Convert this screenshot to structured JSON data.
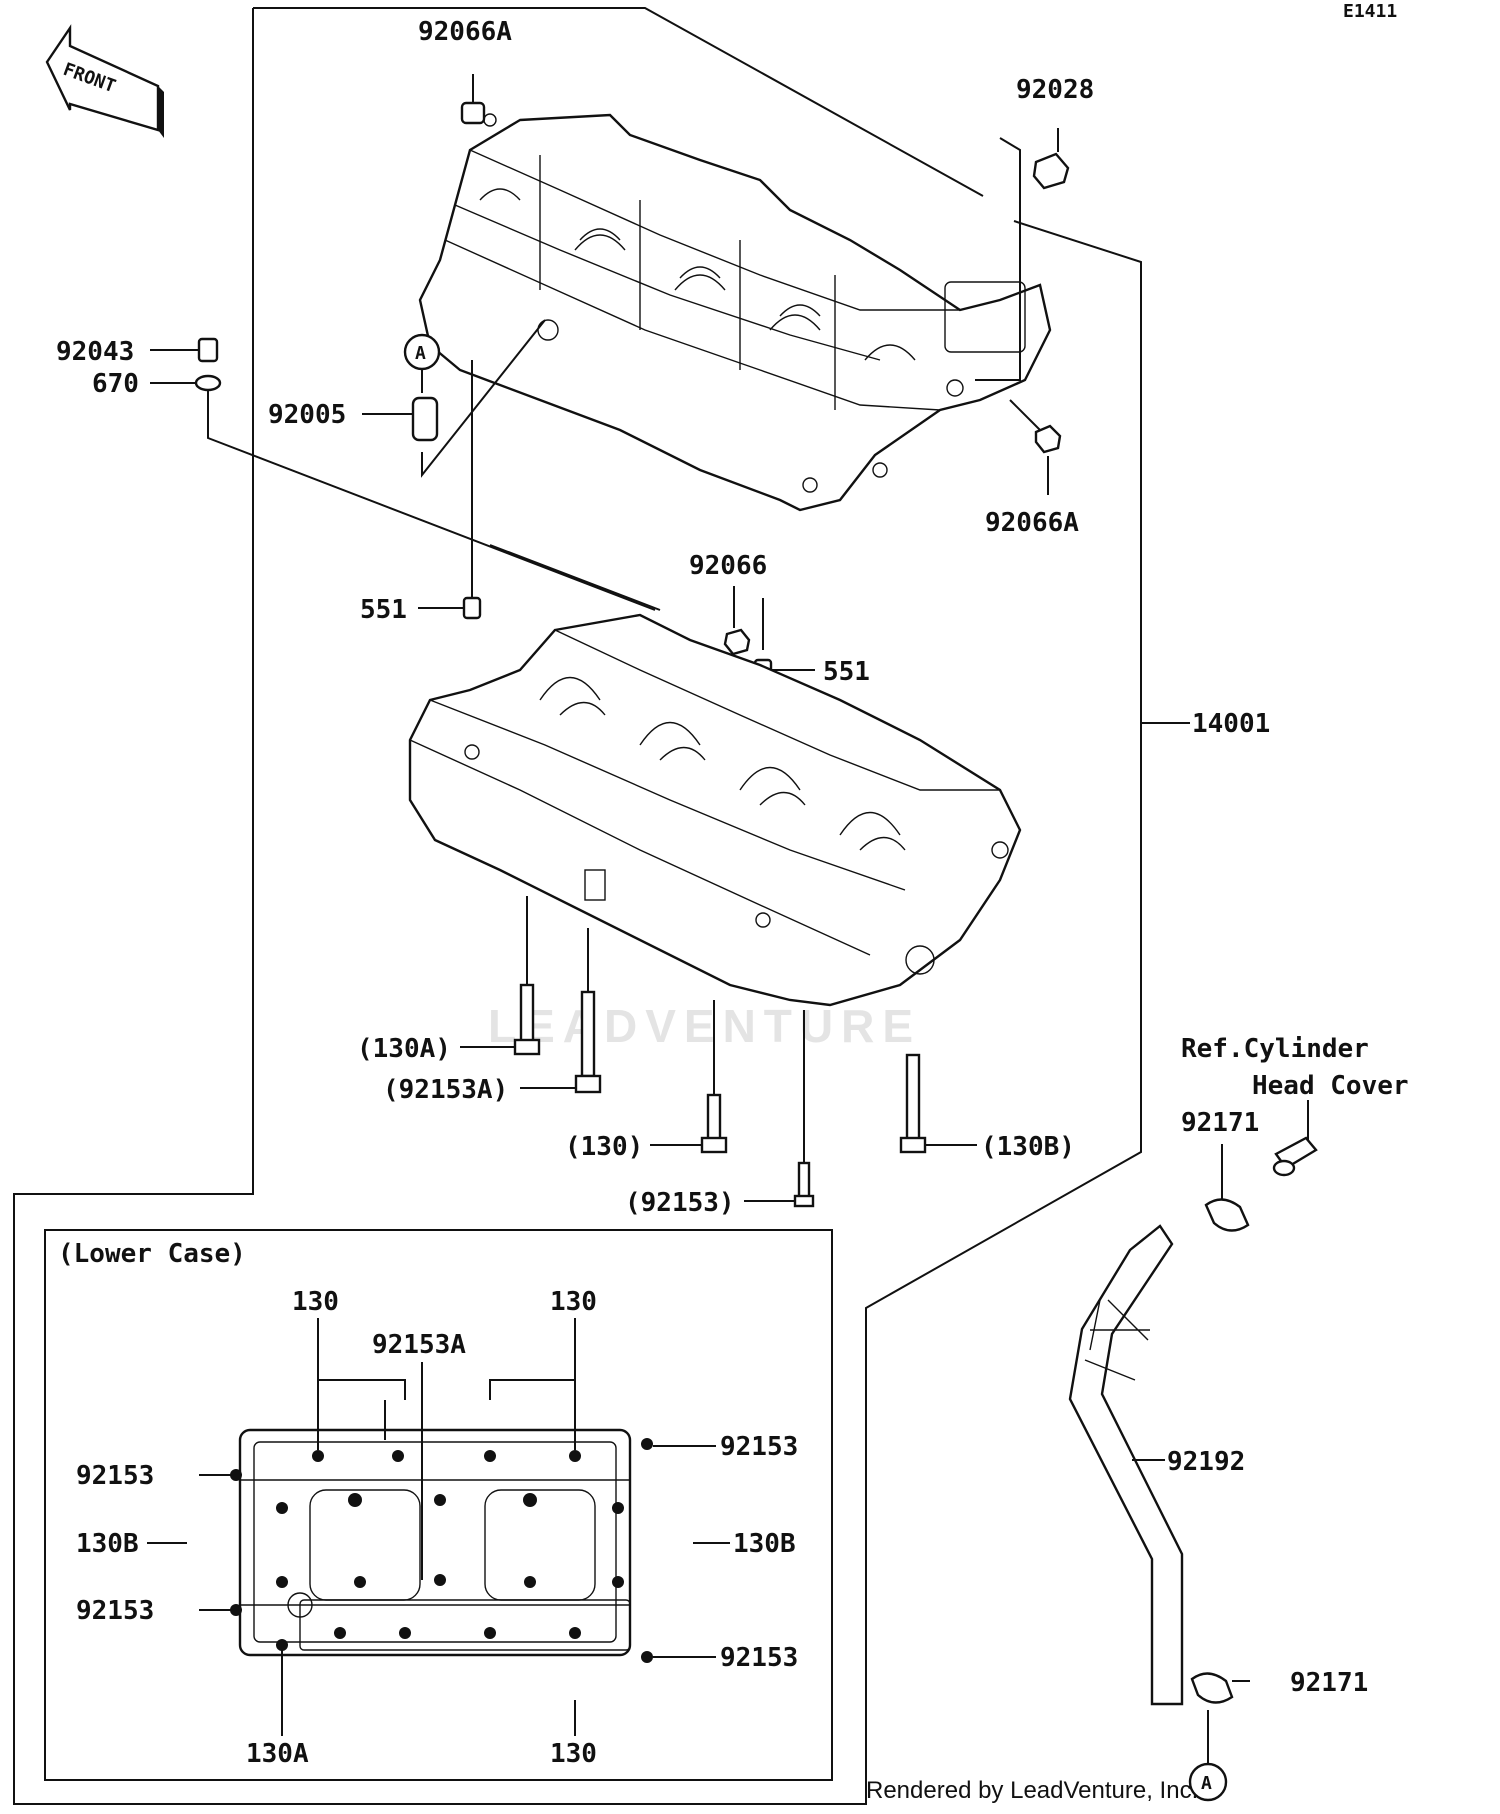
{
  "diagram_id": "E1411",
  "front_label": "FRONT",
  "credit": "Rendered by LeadVenture, Inc.",
  "watermark": "LEADVENTURE",
  "reference_note": [
    "Ref.Cylinder",
    "Head Cover"
  ],
  "ref_marker": "A",
  "inset_title": "(Lower Case)",
  "parts": {
    "p92066A_top": "92066A",
    "p92028": "92028",
    "p92043": "92043",
    "p670": "670",
    "p92005": "92005",
    "p92066A_right": "92066A",
    "p92066": "92066",
    "p551_left": "551",
    "p551_right": "551",
    "p14001": "14001",
    "p130A": "(130A)",
    "p92153A": "(92153A)",
    "p130": "(130)",
    "p130B": "(130B)",
    "p92153": "(92153)",
    "p92171_top": "92171",
    "p92192": "92192",
    "p92171_bottom": "92171"
  },
  "inset_labels": {
    "l130_tl": "130",
    "l130_tr": "130",
    "l92153A": "92153A",
    "l92153_tr": "92153",
    "l92153_l1": "92153",
    "l130B_left": "130B",
    "l130B_right": "130B",
    "l92153_l2": "92153",
    "l92153_br": "92153",
    "l130A": "130A",
    "l130_bottom": "130"
  }
}
